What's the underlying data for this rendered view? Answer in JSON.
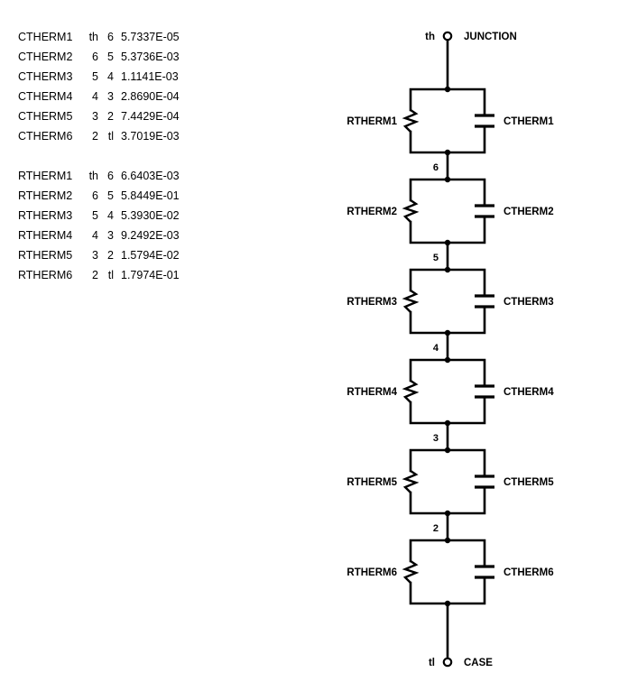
{
  "netlist": {
    "capacitor_rows": [
      {
        "name": "CTHERM1",
        "node1": "th",
        "node2": "6",
        "value": "5.7337E-05"
      },
      {
        "name": "CTHERM2",
        "node1": "6",
        "node2": "5",
        "value": "5.3736E-03"
      },
      {
        "name": "CTHERM3",
        "node1": "5",
        "node2": "4",
        "value": "1.1141E-03"
      },
      {
        "name": "CTHERM4",
        "node1": "4",
        "node2": "3",
        "value": "2.8690E-04"
      },
      {
        "name": "CTHERM5",
        "node1": "3",
        "node2": "2",
        "value": "7.4429E-04"
      },
      {
        "name": "CTHERM6",
        "node1": "2",
        "node2": "tl",
        "value": "3.7019E-03"
      }
    ],
    "resistor_rows": [
      {
        "name": "RTHERM1",
        "node1": "th",
        "node2": "6",
        "value": "6.6403E-03"
      },
      {
        "name": "RTHERM2",
        "node1": "6",
        "node2": "5",
        "value": "5.8449E-01"
      },
      {
        "name": "RTHERM3",
        "node1": "5",
        "node2": "4",
        "value": "5.3930E-02"
      },
      {
        "name": "RTHERM4",
        "node1": "4",
        "node2": "3",
        "value": "9.2492E-03"
      },
      {
        "name": "RTHERM5",
        "node1": "3",
        "node2": "2",
        "value": "1.5794E-02"
      },
      {
        "name": "RTHERM6",
        "node1": "2",
        "node2": "tl",
        "value": "1.7974E-01"
      }
    ]
  },
  "circuit": {
    "top_terminal": {
      "node_label": "th",
      "name_label": "JUNCTION"
    },
    "bottom_terminal": {
      "node_label": "tl",
      "name_label": "CASE"
    },
    "stages": [
      {
        "resistor_label": "RTHERM1",
        "capacitor_label": "CTHERM1",
        "bottom_node_label": "6"
      },
      {
        "resistor_label": "RTHERM2",
        "capacitor_label": "CTHERM2",
        "bottom_node_label": "5"
      },
      {
        "resistor_label": "RTHERM3",
        "capacitor_label": "CTHERM3",
        "bottom_node_label": "4"
      },
      {
        "resistor_label": "RTHERM4",
        "capacitor_label": "CTHERM4",
        "bottom_node_label": "3"
      },
      {
        "resistor_label": "RTHERM5",
        "capacitor_label": "CTHERM5",
        "bottom_node_label": "2"
      },
      {
        "resistor_label": "RTHERM6",
        "capacitor_label": "CTHERM6",
        "bottom_node_label": ""
      }
    ],
    "colors": {
      "line": "#000000",
      "text": "#000000",
      "background": "#ffffff"
    }
  }
}
